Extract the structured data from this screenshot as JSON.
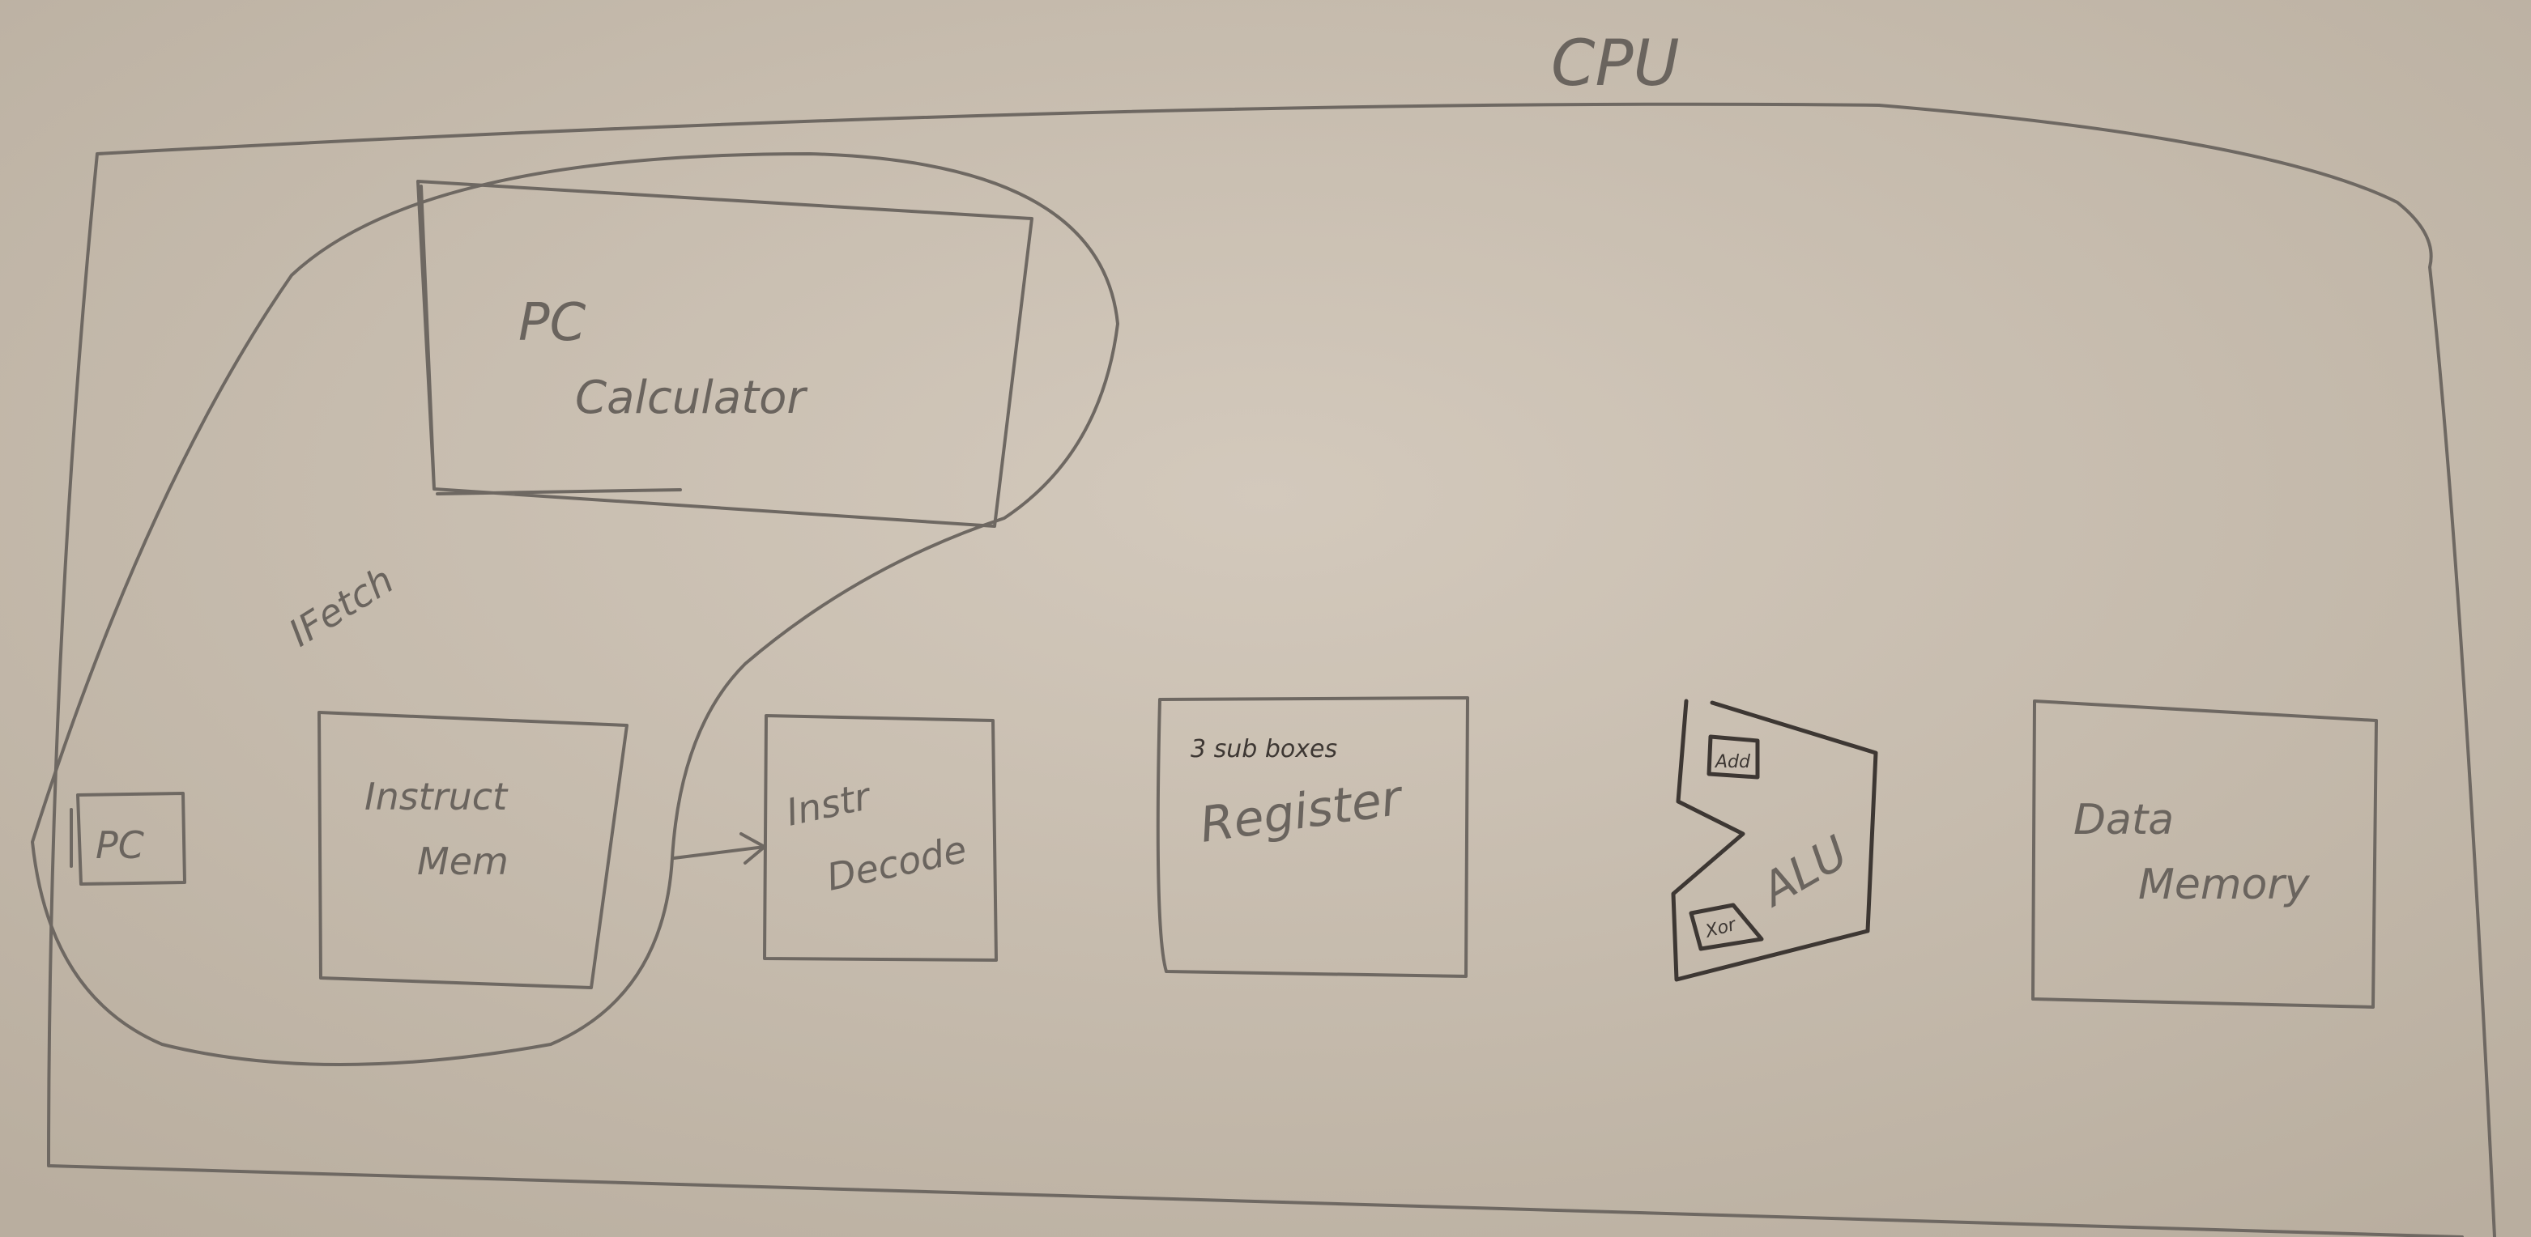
{
  "title": "CPU",
  "region_label": "IFetch",
  "blocks": {
    "pc_calculator": {
      "line1": "PC",
      "line2": "Calculator"
    },
    "pc": "PC",
    "instruct_mem": {
      "line1": "Instruct",
      "line2": "Mem"
    },
    "instr_decode": {
      "line1": "Instr",
      "line2": "Decode"
    },
    "register": {
      "note": "3 sub boxes",
      "label": "Register"
    },
    "alu": {
      "label": "ALU",
      "sub_add": "Add",
      "sub_xor": "Xor"
    },
    "data_memory": {
      "line1": "Data",
      "line2": "Memory"
    }
  },
  "colors": {
    "paper": "#c8bdb0",
    "pencil": "#6e6862",
    "ink": "#3d3733"
  }
}
